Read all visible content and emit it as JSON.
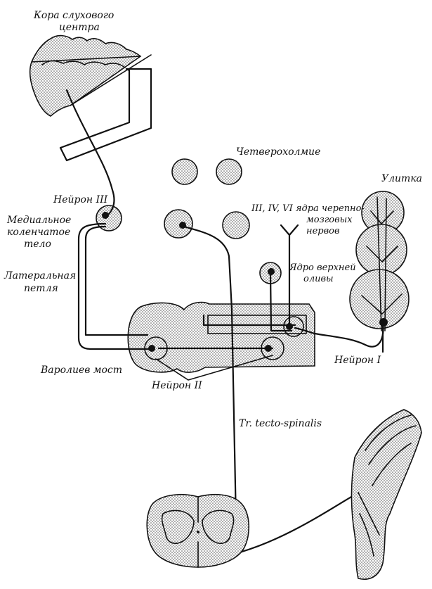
{
  "labels": {
    "auditory_cortex_line1": "Кора слухового",
    "auditory_cortex_line2": "центра",
    "quadrigemina": "Четверохолмие",
    "cochlea": "Улитка",
    "neuron3": "Нейрон III",
    "medial_geniculate_line1": "Медиальное",
    "medial_geniculate_line2": "коленчатое",
    "medial_geniculate_line3": "тело",
    "cranial_nuclei_line1": "III, IV, VI ядра черепно-",
    "cranial_nuclei_line2": "мозговых",
    "cranial_nuclei_line3": "нервов",
    "superior_olive_line1": "Ядро верхней",
    "superior_olive_line2": "оливы",
    "lateral_lemniscus_line1": "Латеральная",
    "lateral_lemniscus_line2": "петля",
    "pons": "Варолиев мост",
    "neuron2": "Нейрон II",
    "neuron1": "Нейрон I",
    "tract": "Tr. tecto-spinalis"
  },
  "colors": {
    "ink": "#111111",
    "stipple": "#bdbdbd",
    "paper": "#ffffff"
  }
}
